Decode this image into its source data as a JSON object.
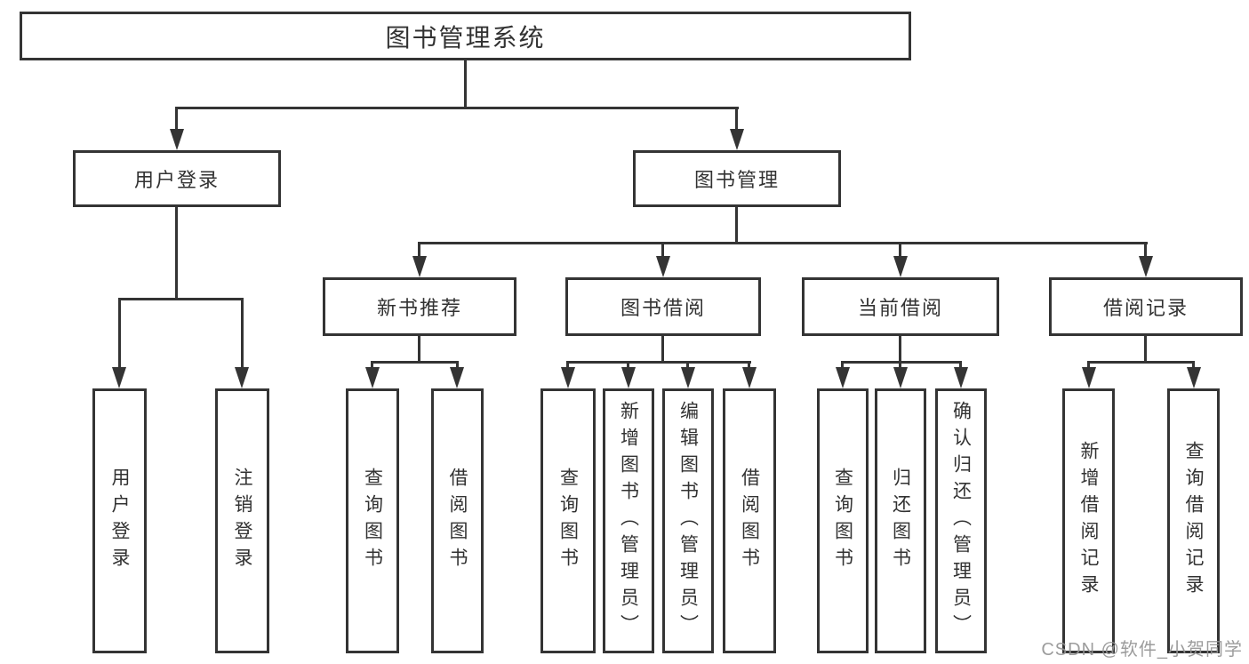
{
  "palette": {
    "line_color": "#343434",
    "text_color": "#323232",
    "watermark_color": "#949494",
    "background": "#ffffff"
  },
  "tree": {
    "root": {
      "label": "图书管理系统"
    },
    "user_login": {
      "label": "用户登录",
      "children": [
        {
          "label": "用户登录"
        },
        {
          "label": "注销登录"
        }
      ]
    },
    "book_mgmt": {
      "label": "图书管理"
    },
    "sections": [
      {
        "label": "新书推荐",
        "children": [
          {
            "label": "查询图书"
          },
          {
            "label": "借阅图书"
          }
        ]
      },
      {
        "label": "图书借阅",
        "children": [
          {
            "label": "查询图书"
          },
          {
            "label": "新增图书（管理员）"
          },
          {
            "label": "编辑图书（管理员）"
          },
          {
            "label": "借阅图书"
          }
        ]
      },
      {
        "label": "当前借阅",
        "children": [
          {
            "label": "查询图书"
          },
          {
            "label": "归还图书"
          },
          {
            "label": "确认归还（管理员）"
          }
        ]
      },
      {
        "label": "借阅记录",
        "children": [
          {
            "label": "新增借阅记录"
          },
          {
            "label": "查询借阅记录"
          }
        ]
      }
    ]
  },
  "watermark": {
    "text": "CSDN @软件_小贺同学"
  }
}
